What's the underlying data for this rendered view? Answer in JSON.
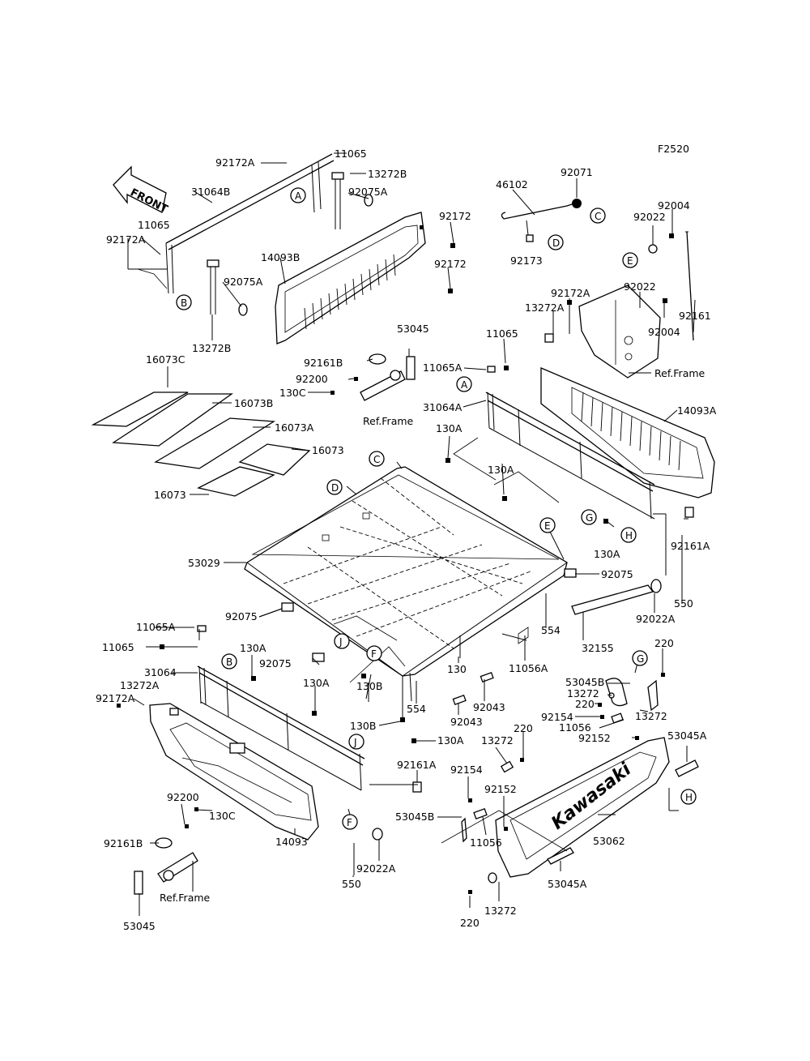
{
  "diagram_code": "F2520",
  "front_arrow": "FRONT",
  "brand_text": "Kawasaki",
  "ref_frame": "Ref.Frame",
  "circle_letters": [
    "A",
    "B",
    "C",
    "D",
    "E",
    "F",
    "G",
    "H",
    "J"
  ],
  "parts": [
    "11065",
    "92172A",
    "13272B",
    "31064B",
    "92075A",
    "11065",
    "92172A",
    "92075A",
    "13272B",
    "14093B",
    "92172",
    "92172",
    "46102",
    "92071",
    "92173",
    "92004",
    "92022",
    "92022",
    "92161",
    "92004",
    "92172A",
    "13272A",
    "11065",
    "11065A",
    "31064A",
    "14093A",
    "92161B",
    "92200",
    "130C",
    "53045",
    "16073C",
    "16073B",
    "16073A",
    "16073",
    "16073",
    "130A",
    "130A",
    "130A",
    "92161A",
    "53029",
    "92075",
    "550",
    "92022A",
    "554",
    "32155",
    "92075",
    "92075",
    "11065A",
    "11065",
    "130A",
    "31064",
    "13272A",
    "92172A",
    "130A",
    "130B",
    "130B",
    "130",
    "11056A",
    "92043",
    "92043",
    "554",
    "130A",
    "220",
    "53045B",
    "13272",
    "220",
    "92154",
    "13272",
    "11056",
    "92152",
    "53045A",
    "13272",
    "220",
    "92161A",
    "92154",
    "92152",
    "53045B",
    "11056",
    "53062",
    "92200",
    "130C",
    "92161B",
    "53045",
    "14093",
    "550",
    "92022A",
    "53045A",
    "13272",
    "220"
  ]
}
